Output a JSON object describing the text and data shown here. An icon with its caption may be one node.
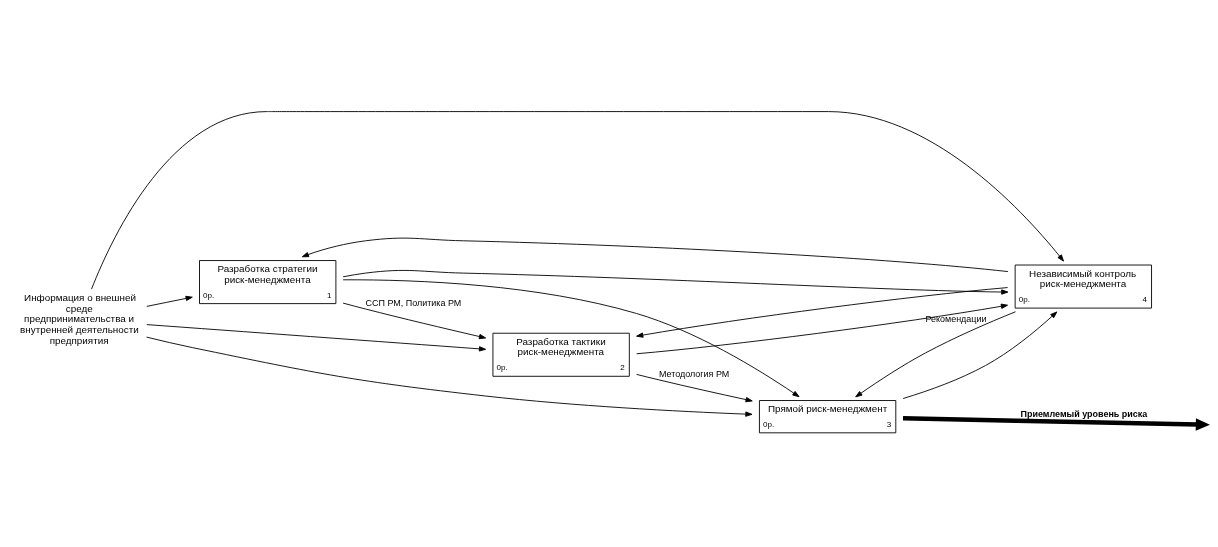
{
  "diagram": {
    "nodes": [
      {
        "text": [
          "Разработка стратегии риск-менеджмента",
          "0р.",
          "1"
        ]
      },
      {
        "text": [
          "Разработка тактики риск-менеджмента",
          "0р.",
          "2"
        ]
      },
      {
        "text": [
          "Прямой риск-менеджмент",
          "0р.",
          "3"
        ]
      },
      {
        "text": [
          "Независимый контроль риск-менеджмента",
          "0р.",
          "4"
        ]
      },
      {
        "text": [
          "Информация о внешней среде предпринимательства и внутренней деятельности предприятия"
        ]
      }
    ],
    "edges": [
      {
        "from": 4,
        "to": 0,
        "arrow": "to"
      },
      {
        "from": 4,
        "to": 1,
        "arrow": "to"
      },
      {
        "from": 4,
        "to": 2,
        "arrow": "to"
      },
      {
        "from": 4,
        "to": 3,
        "arrow": "to"
      },
      {
        "from": 0,
        "to": 1,
        "arrow": "to",
        "label": "ССП РМ, Политика РМ"
      },
      {
        "from": 0,
        "to": 2,
        "arrow": "to"
      },
      {
        "from": 0,
        "to": 3,
        "arrow": "to"
      },
      {
        "from": 1,
        "to": 2,
        "arrow": "to",
        "label": "Методология РМ"
      },
      {
        "from": 1,
        "to": 3,
        "arrow": "to"
      },
      {
        "from": 2,
        "to": 3,
        "arrow": "to"
      },
      {
        "from": 2,
        "to": null,
        "arrow": "to",
        "label": "Приемлемый уровень риска",
        "style": "thick"
      },
      {
        "from": 3,
        "to": 0,
        "arrow": "to"
      },
      {
        "from": 3,
        "to": 1,
        "arrow": "to"
      },
      {
        "from": 3,
        "to": 2,
        "arrow": "to",
        "label": "Рекомендации"
      }
    ]
  }
}
